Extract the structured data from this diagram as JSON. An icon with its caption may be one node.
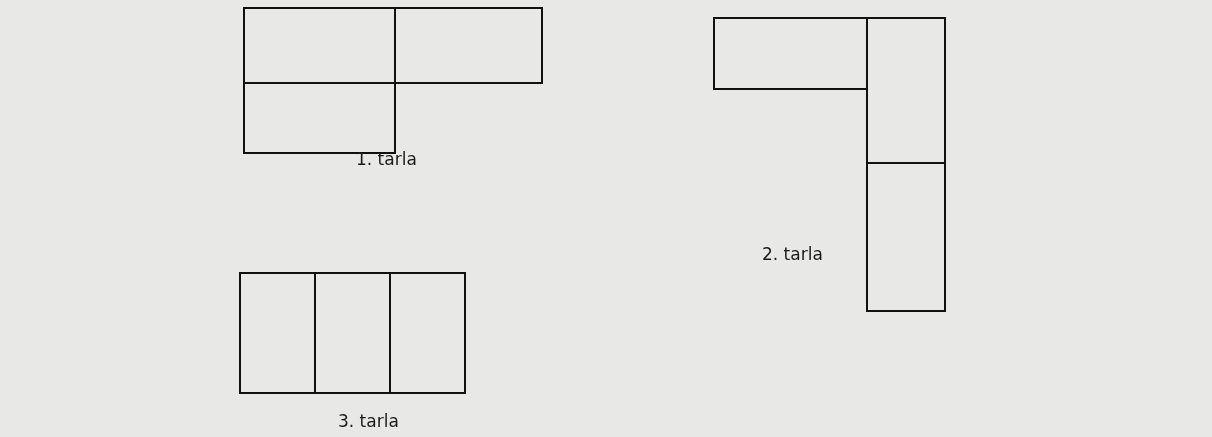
{
  "diagram": {
    "nodes": [
      {
        "text": [
          "1. tarla"
        ]
      },
      {
        "text": [
          "2. tarla"
        ]
      },
      {
        "text": [
          "3. tarla"
        ]
      }
    ]
  }
}
